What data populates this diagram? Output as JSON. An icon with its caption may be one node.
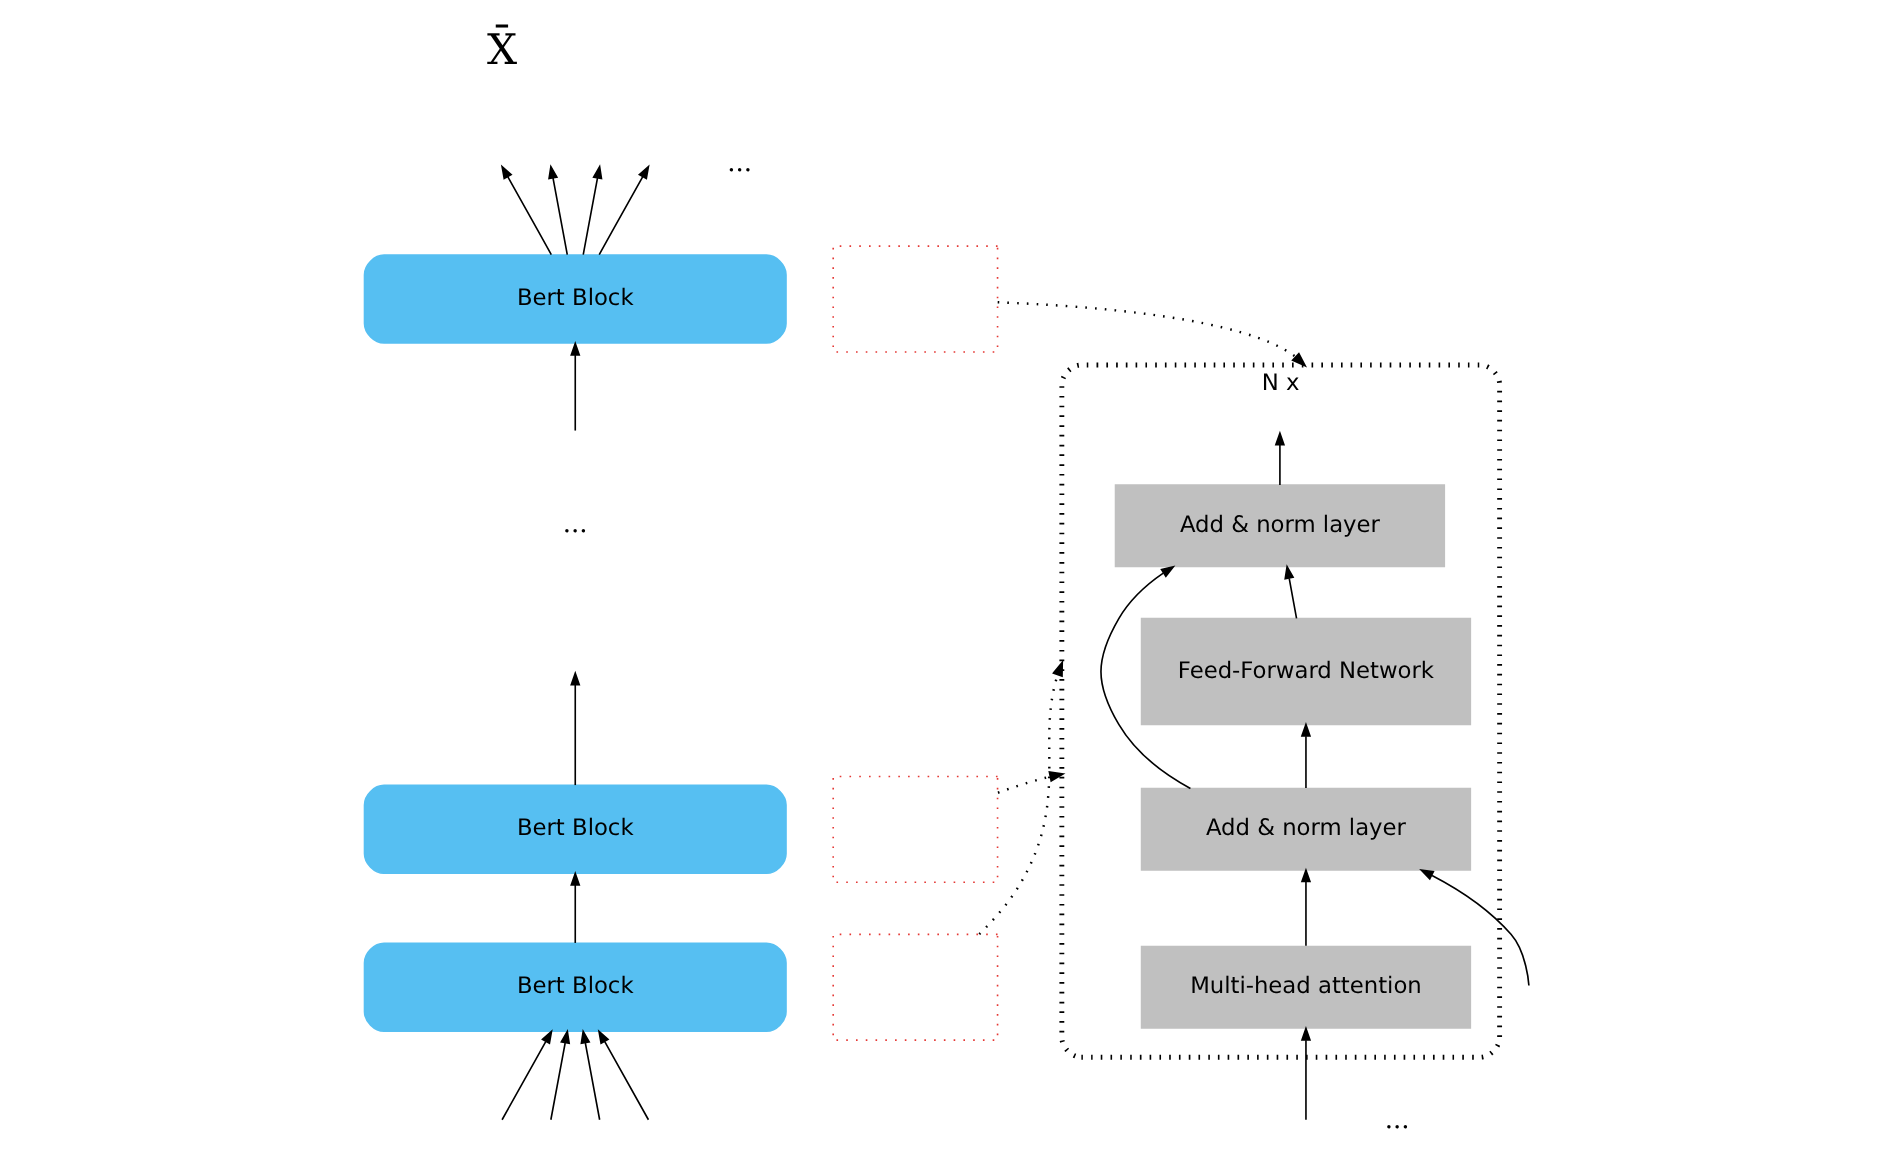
{
  "diagram": {
    "nodes": [
      {
        "text": [
          "Bert Block"
        ]
      },
      {
        "text": [
          "Bert Block"
        ]
      },
      {
        "text": [
          "Bert Block"
        ]
      },
      {
        "text": [],
        "shape": "box"
      },
      {
        "text": [],
        "shape": "box"
      },
      {
        "text": [],
        "shape": "box"
      },
      {
        "text": [
          "N x"
        ]
      },
      {
        "text": [
          "Add & norm layer"
        ],
        "in": 6
      },
      {
        "text": [
          "Feed-Forward Network"
        ],
        "in": 6
      },
      {
        "text": [
          "Add & norm layer"
        ],
        "in": 6
      },
      {
        "text": [
          "Multi-head attention"
        ],
        "in": 6
      }
    ],
    "edges": [
      {
        "from": 0,
        "to": null,
        "arrow": "to"
      },
      {
        "from": 0,
        "to": null,
        "arrow": "to"
      },
      {
        "from": 0,
        "to": null,
        "arrow": "to"
      },
      {
        "from": 0,
        "to": null,
        "arrow": "to"
      },
      {
        "from": 1,
        "to": null,
        "arrow": "to"
      },
      {
        "from": null,
        "to": 0,
        "arrow": "to"
      },
      {
        "from": 2,
        "to": 1,
        "arrow": "to"
      },
      {
        "from": null,
        "to": 2,
        "arrow": "to"
      },
      {
        "from": null,
        "to": 2,
        "arrow": "to"
      },
      {
        "from": null,
        "to": 2,
        "arrow": "to"
      },
      {
        "from": null,
        "to": 2,
        "arrow": "to"
      },
      {
        "from": 3,
        "to": 6,
        "arrow": "to",
        "style": "dashed"
      },
      {
        "from": 4,
        "to": 6,
        "arrow": "to",
        "style": "dashed"
      },
      {
        "from": 5,
        "to": 6,
        "arrow": "to",
        "style": "dashed"
      },
      {
        "from": 7,
        "to": null,
        "arrow": "to"
      },
      {
        "from": 8,
        "to": 7,
        "arrow": "to"
      },
      {
        "from": 9,
        "to": 8,
        "arrow": "to"
      },
      {
        "from": 9,
        "to": 7,
        "arrow": "to"
      },
      {
        "from": 10,
        "to": 9,
        "arrow": "to"
      },
      {
        "from": null,
        "to": 10,
        "arrow": "to"
      },
      {
        "from": null,
        "to": 9,
        "arrow": "to"
      }
    ],
    "labels": [
      "X̄",
      "...",
      "...",
      "..."
    ]
  }
}
